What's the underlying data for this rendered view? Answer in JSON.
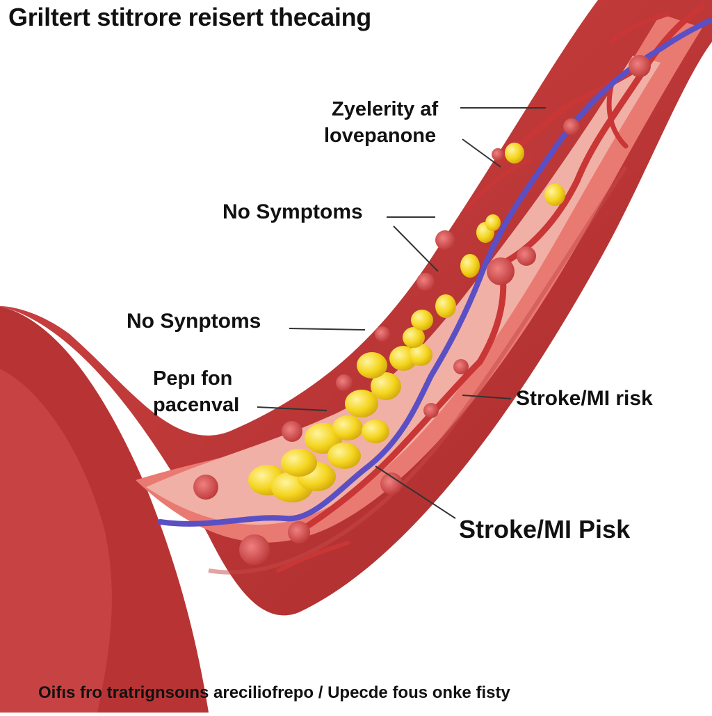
{
  "title": "Griltert stitrore reisert thecaing",
  "labels": {
    "label_1_line_1": "Zyelerity af",
    "label_1_line_2": "lovepanone",
    "label_2": "No Symptoms",
    "label_3": "No Synptoms",
    "label_4_line_1": "Pepı fon",
    "label_4_line_2": "pacenvaI",
    "label_5": "Stroke/MI risk",
    "label_6": "Stroke/MI Pisk"
  },
  "footer": "Oifıs fro tratrignsoıns areciliofrepo / Upecde fous onke fisty",
  "colors": {
    "vessel_outer": "#c83a3a",
    "vessel_wall": "#d9534f",
    "lumen": "#eea49a",
    "plaque": "#f2d21c",
    "nerve": "#5b4fc4",
    "leader_line": "#333333"
  }
}
